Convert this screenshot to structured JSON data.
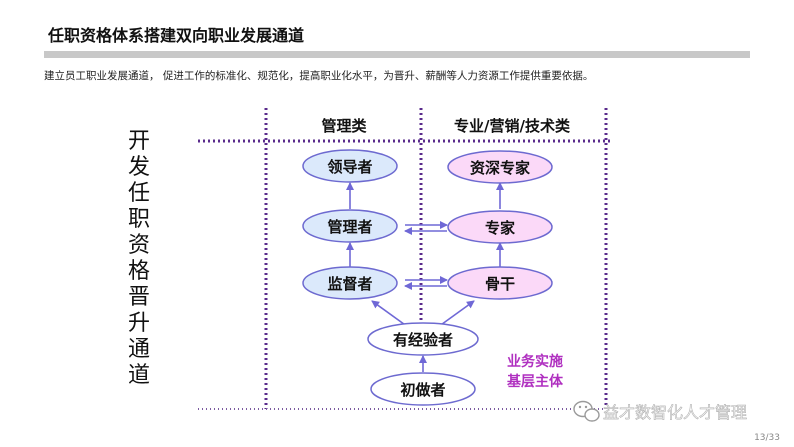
{
  "header": {
    "title": "任职资格体系搭建双向职业发展通道",
    "subtitle": "建立员工职业发展通道， 促进工作的标准化、规范化，提高职业化水平，为晋升、薪酬等人力资源工作提供重要依据。"
  },
  "diagram": {
    "vertical_label": "开发任职资格晋升通道",
    "columns": {
      "management": "管理类",
      "professional": "专业/营销/技术类"
    },
    "management_nodes": [
      "领导者",
      "管理者",
      "监督者"
    ],
    "professional_nodes": [
      "资深专家",
      "专家",
      "骨干"
    ],
    "base_nodes": [
      "有经验者",
      "初做者"
    ],
    "base_label_line1": "业务实施",
    "base_label_line2": "基层主体",
    "colors": {
      "management_fill": "#dbe9fb",
      "professional_fill": "#fbd9f8",
      "node_border": "#6d6ad0",
      "dotted_line": "#5a2b8c",
      "base_label": "#b030c0",
      "arrow": "#6f68d6"
    }
  },
  "watermark": {
    "text": "益才数智化人才管理"
  },
  "footer": {
    "page": "13/33"
  }
}
